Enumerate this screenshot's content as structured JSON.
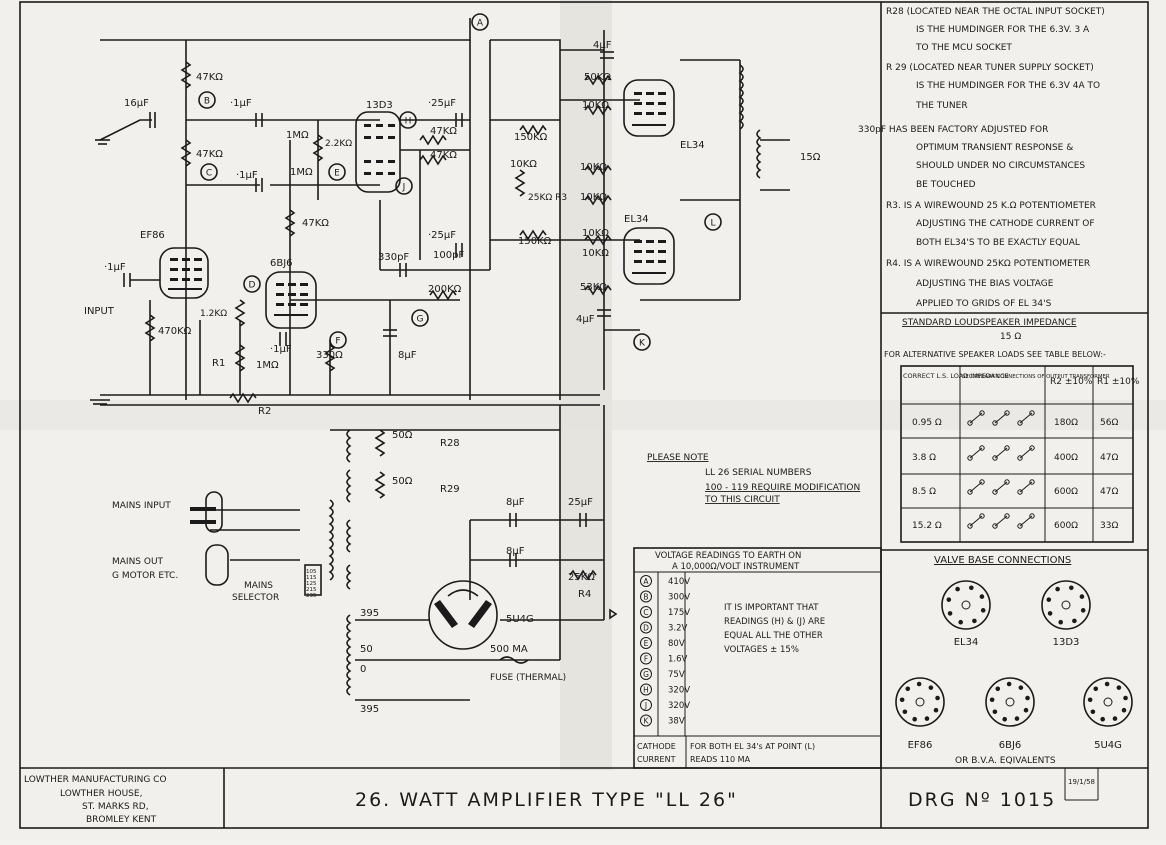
{
  "notes": [
    "R28 (LOCATED NEAR THE OCTAL INPUT SOCKET)",
    "IS THE HUMDINGER FOR THE 6.3V. 3 A",
    "TO THE MCU SOCKET",
    "R 29 (LOCATED NEAR TUNER SUPPLY SOCKET)",
    "IS THE HUMDINGER FOR THE 6.3V 4A TO",
    "THE TUNER",
    "330pF HAS BEEN FACTORY ADJUSTED FOR",
    "OPTIMUM TRANSIENT RESPONSE &",
    "SHOULD UNDER NO CIRCUMSTANCES",
    "BE TOUCHED",
    "R3. IS A WIREWOUND 25 K.Ω POTENTIOMETER",
    "ADJUSTING THE CATHODE CURRENT OF",
    "BOTH EL34'S TO BE EXACTLY EQUAL",
    "R4. IS A WIREWOUND 25KΩ POTENTIOMETER",
    "ADJUSTING THE BIAS VOLTAGE",
    "APPLIED TO GRIDS OF EL 34'S"
  ],
  "impedance": {
    "title": "STANDARD LOUDSPEAKER IMPEDANCE",
    "value": "15 Ω",
    "alt_note": "FOR ALTERNATIVE SPEAKER LOADS SEE TABLE BELOW:-",
    "headers": [
      "CORRECT L.S. LOAD IMPEDANCE",
      "SECONDARY CONNECTIONS OF OUTPUT TRANSFORMER",
      "R2 ±10%",
      "R1 ±10%"
    ],
    "rows": [
      {
        "load": "0.95 Ω",
        "r2": "180Ω",
        "r1": "56Ω"
      },
      {
        "load": "3.8 Ω",
        "r2": "400Ω",
        "r1": "47Ω"
      },
      {
        "load": "8.5 Ω",
        "r2": "600Ω",
        "r1": "47Ω"
      },
      {
        "load": "15.2 Ω",
        "r2": "600Ω",
        "r1": "33Ω"
      }
    ]
  },
  "voltages": {
    "title": "VOLTAGE READINGS TO EARTH ON",
    "subtitle": "A 10,000Ω/VOLT INSTRUMENT",
    "items": [
      {
        "point": "A",
        "value": "410V"
      },
      {
        "point": "B",
        "value": "300V"
      },
      {
        "point": "C",
        "value": "175V"
      },
      {
        "point": "D",
        "value": "3.2V"
      },
      {
        "point": "E",
        "value": "80V"
      },
      {
        "point": "F",
        "value": "1.6V"
      },
      {
        "point": "G",
        "value": "75V"
      },
      {
        "point": "H",
        "value": "320V"
      },
      {
        "point": "J",
        "value": "320V"
      },
      {
        "point": "K",
        "value": "38V"
      }
    ],
    "note": [
      "IT IS IMPORTANT THAT",
      "READINGS (H) & (J) ARE",
      "EQUAL ALL THE OTHER",
      "VOLTAGES ± 15%"
    ],
    "cathode_label": "CATHODE",
    "current_label": "CURRENT",
    "cathode_text": "FOR BOTH EL 34's AT POINT (L)",
    "current_text": "READS 110 MA"
  },
  "please_note": {
    "heading": "PLEASE NOTE",
    "lines": [
      "LL 26 SERIAL NUMBERS",
      "100 - 119 REQUIRE MODIFICATION",
      "TO THIS CIRCUIT"
    ]
  },
  "valve_base": {
    "title": "VALVE BASE CONNECTIONS",
    "names": [
      "EL34",
      "13D3",
      "EF86",
      "6BJ6",
      "5U4G"
    ],
    "footer": "OR B.V.A. EQIVALENTS"
  },
  "title_block": {
    "company": [
      "LOWTHER MANUFACTURING CO",
      "LOWTHER HOUSE,",
      "ST. MARKS RD,",
      "BROMLEY KENT"
    ],
    "title": "26. WATT AMPLIFIER TYPE \"LL 26\"",
    "drawing_no": "DRG Nº 1015",
    "date": "19/1/58"
  },
  "schematic": {
    "labels": {
      "c_16uf": "16µF",
      "c_1uf_b": "·1µF",
      "r_47k_top": "47KΩ",
      "r_47k_c": "47KΩ",
      "c_1uf_c": "·1µF",
      "r_1m_a": "1MΩ",
      "r_1m_b": "1MΩ",
      "r_2k2": "2.2KΩ",
      "v_13d3": "13D3",
      "c_25uf_a": "·25µF",
      "r_47k_h": "47KΩ",
      "r_47k_j": "47KΩ",
      "c_25uf_b": "·25µF",
      "c_100pf": "100pF",
      "c_330pf": "330pF",
      "r_47k_mid": "47KΩ",
      "v_6bj6": "6BJ6",
      "v_ef86": "EF86",
      "c_1uf_in": "·1µF",
      "input": "INPUT",
      "r_470k": "470KΩ",
      "r_1k2": "1.2KΩ",
      "r1": "R1",
      "c_1uf_f": "·1µF",
      "r_1m_f": "1MΩ",
      "r_330": "330Ω",
      "c_8uf_g": "8µF",
      "r_200k": "200KΩ",
      "r2": "R2",
      "c_4uf_top": "4µF",
      "r_50k": "50KΩ",
      "r_10k_1": "10KΩ",
      "r_150k_1": "150KΩ",
      "r_10k_2": "10KΩ",
      "r_25k_r3": "25KΩ R3",
      "r_10k_3": "10KΩ",
      "r_10k_4": "10KΩ",
      "r_150k_2": "150KΩ",
      "r_10k_5": "10KΩ",
      "r_10k_6": "10KΩ",
      "v_el34_a": "EL34",
      "v_el34_b": "EL34",
      "r_53k": "53KΩ",
      "c_4uf_k": "4µF",
      "out_15": "15Ω",
      "r_50_a": "50Ω",
      "r28": "R28",
      "r_50_b": "50Ω",
      "r29": "R29",
      "mains_input": "MAINS INPUT",
      "mains_out": "MAINS OUT",
      "motor": "G MOTOR ETC.",
      "mains_sel1": "MAINS",
      "mains_sel2": "SELECTOR",
      "c_8uf_1": "8µF",
      "c_8uf_2": "8µF",
      "c_25uf_r": "25µF",
      "r_25k_r4": "25KΩ",
      "r4": "R4",
      "v_5u4g": "5U4G",
      "t395_top": "395",
      "t50": "50",
      "t0": "0",
      "t395_bot": "395",
      "fuse_rating": "500 MA",
      "fuse": "FUSE (THERMAL)",
      "taps": [
        "105",
        "115",
        "125",
        "215",
        "235"
      ]
    },
    "points": [
      "A",
      "B",
      "C",
      "D",
      "E",
      "F",
      "G",
      "H",
      "J",
      "K",
      "L"
    ]
  }
}
